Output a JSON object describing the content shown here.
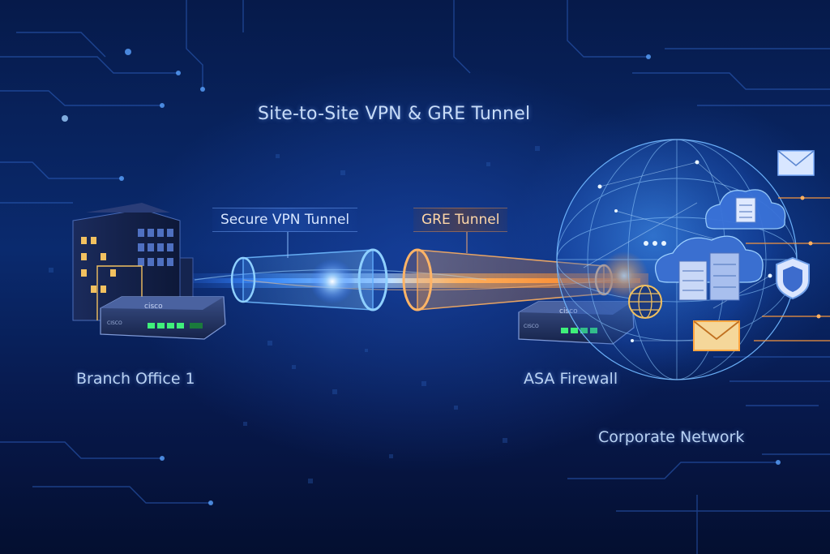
{
  "diagram": {
    "title": "Site-to-Site VPN & GRE Tunnel",
    "tunnels": [
      {
        "label": "Secure VPN Tunnel",
        "color": "#4da3ff"
      },
      {
        "label": "GRE Tunnel",
        "color": "#ff9a3c"
      }
    ],
    "nodes": {
      "branch": "Branch Office 1",
      "asa": "ASA Firewall",
      "corporate": "Corporate Network"
    },
    "device_brand": "cisco",
    "icons": [
      "building-icon",
      "router-icon",
      "firewall-router-icon",
      "globe-icon",
      "cloud-server-icon",
      "mail-icon",
      "shield-icon",
      "web-globe-icon"
    ]
  }
}
